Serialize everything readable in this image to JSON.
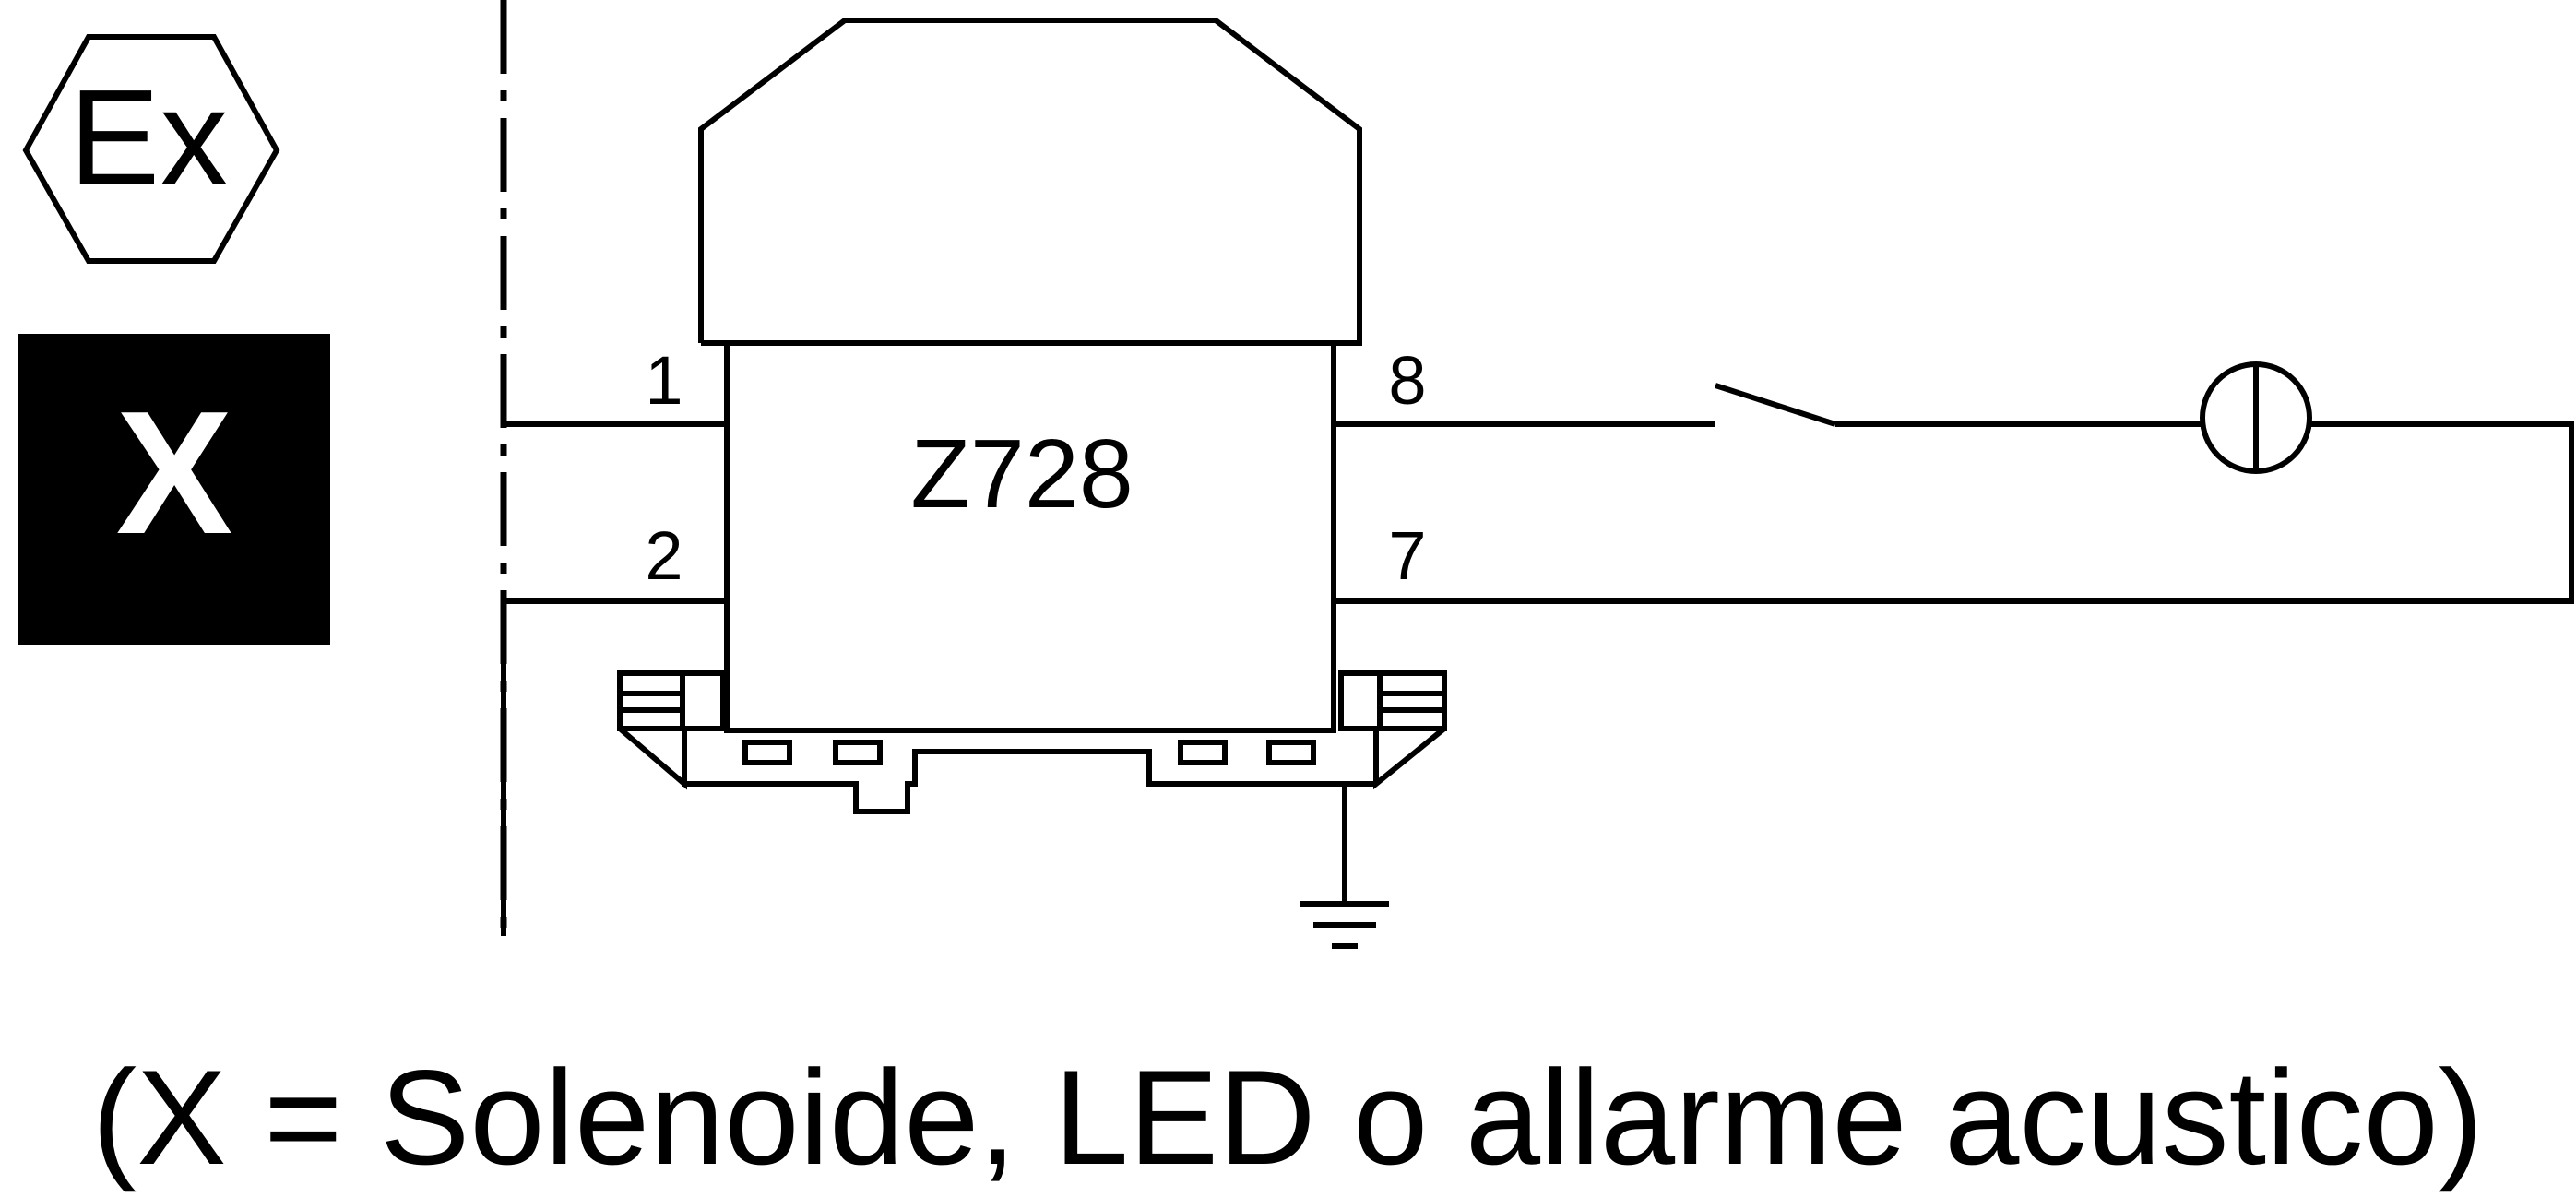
{
  "ex_symbol": {
    "label": "Ex"
  },
  "load_box": {
    "label": "X",
    "background": "#000000",
    "text_color": "#ffffff"
  },
  "module": {
    "label": "Z728"
  },
  "terminals": {
    "t1": "1",
    "t2": "2",
    "t7": "7",
    "t8": "8"
  },
  "caption": "(X = Solenoide, LED o allarme acustico)",
  "colors": {
    "line": "#000000",
    "background": "#ffffff"
  },
  "icons": {
    "ex": "ex-hexagon-icon",
    "switch": "switch-icon",
    "lamp": "lamp-icon",
    "ground": "ground-icon",
    "rail_clip": "rail-clip-icon"
  }
}
